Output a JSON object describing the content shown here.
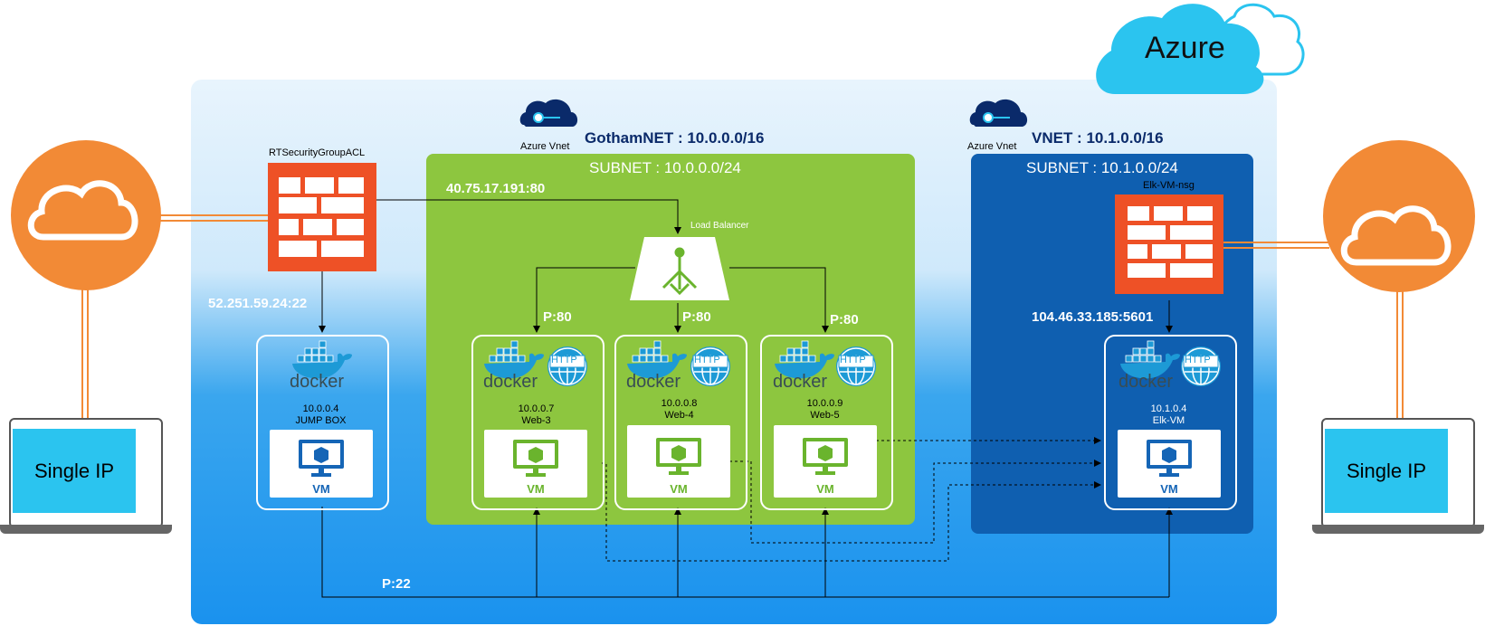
{
  "azure": {
    "label": "Azure"
  },
  "firewall_left": {
    "label": "RTSecurityGroupACL",
    "public_ip": "52.251.59.24:22"
  },
  "firewall_right": {
    "label": "Elk-VM-nsg",
    "public_ip": "104.46.33.185:5601"
  },
  "gotham": {
    "vnet_icon_label": "Azure Vnet",
    "title": "GothamNET : 10.0.0.0/16",
    "subnet": "SUBNET : 10.0.0.0/24",
    "lb_ip": "40.75.17.191:80",
    "lb_label": "Load Balancer"
  },
  "vnet2": {
    "vnet_icon_label": "Azure Vnet",
    "title": "VNET : 10.1.0.0/16",
    "subnet": "SUBNET : 10.1.0.0/24"
  },
  "nodes": {
    "jump": {
      "ip": "10.0.0.4",
      "name": "JUMP BOX",
      "vm": "VM",
      "docker": "docker"
    },
    "web3": {
      "ip": "10.0.0.7",
      "name": "Web-3",
      "vm": "VM",
      "docker": "docker",
      "http": "HTTP",
      "port": "P:80"
    },
    "web4": {
      "ip": "10.0.0.8",
      "name": "Web-4",
      "vm": "VM",
      "docker": "docker",
      "http": "HTTP",
      "port": "P:80"
    },
    "web5": {
      "ip": "10.0.0.9",
      "name": "Web-5",
      "vm": "VM",
      "docker": "docker",
      "http": "HTTP",
      "port": "P:80"
    },
    "elk": {
      "ip": "10.1.0.4",
      "name": "Elk-VM",
      "vm": "VM",
      "docker": "docker",
      "http": "HTTP"
    }
  },
  "ssh_port": "P:22",
  "laptops": {
    "left": "Single IP",
    "right": "Single IP"
  },
  "colors": {
    "green_subnet": "#8dc63f",
    "blue_subnet": "#0f5fb0",
    "firewall": "#ee5126",
    "internet": "#f28a36",
    "vm_green": "#6ab42d",
    "vm_blue": "#1565b6",
    "azure_cloud": "#29c5f6"
  }
}
